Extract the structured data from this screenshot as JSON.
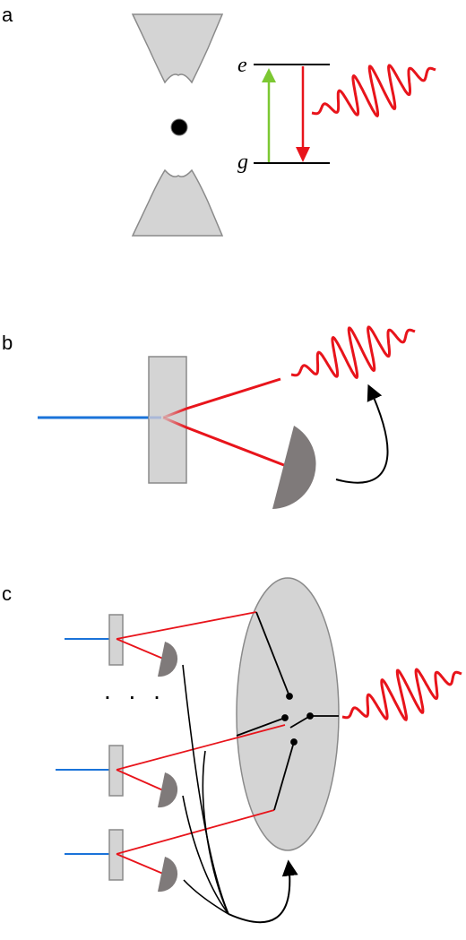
{
  "panels": {
    "a": {
      "label": "a",
      "excited_state": "e",
      "ground_state": "g"
    },
    "b": {
      "label": "b"
    },
    "c": {
      "label": "c",
      "ellipsis": ". . ."
    }
  },
  "colors": {
    "photon": "#e8141b",
    "pump": "#1a73d9",
    "excitation": "#7cc832",
    "component": "#d4d4d4",
    "detector": "#7f7a7a"
  }
}
